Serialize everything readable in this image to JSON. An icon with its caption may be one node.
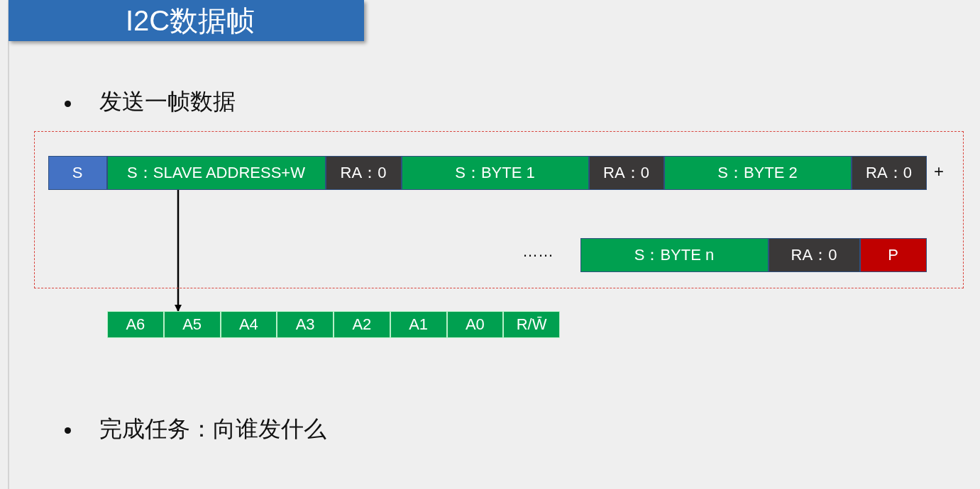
{
  "diagram": {
    "title": "I2C数据帧",
    "nodes": [
      {
        "text": [],
        "shape": "box"
      },
      {
        "text": [
          "S"
        ],
        "in": 0
      },
      {
        "text": [
          "S：SLAVE ADDRESS+W"
        ],
        "in": 0
      },
      {
        "text": [
          "RA：0"
        ],
        "in": 0
      },
      {
        "text": [
          "S：BYTE 1"
        ],
        "in": 0
      },
      {
        "text": [
          "RA：0"
        ],
        "in": 0
      },
      {
        "text": [
          "S：BYTE 2"
        ],
        "in": 0
      },
      {
        "text": [
          "RA：0"
        ],
        "in": 0
      },
      {
        "text": [
          "S：BYTE n"
        ],
        "in": 0
      },
      {
        "text": [
          "RA：0"
        ],
        "in": 0
      },
      {
        "text": [
          "P"
        ],
        "in": 0
      },
      {
        "text": [
          "A6"
        ]
      },
      {
        "text": [
          "A5"
        ]
      },
      {
        "text": [
          "A4"
        ]
      },
      {
        "text": [
          "A3"
        ]
      },
      {
        "text": [
          "A2"
        ]
      },
      {
        "text": [
          "A1"
        ]
      },
      {
        "text": [
          "A0"
        ]
      },
      {
        "text": [
          "R/W̄"
        ]
      }
    ],
    "edges": [
      {
        "from": 2,
        "to": 12,
        "arrow": "to"
      }
    ],
    "labels": [
      "发送一帧数据",
      "+",
      "……",
      "完成任务：向谁发什么"
    ]
  }
}
